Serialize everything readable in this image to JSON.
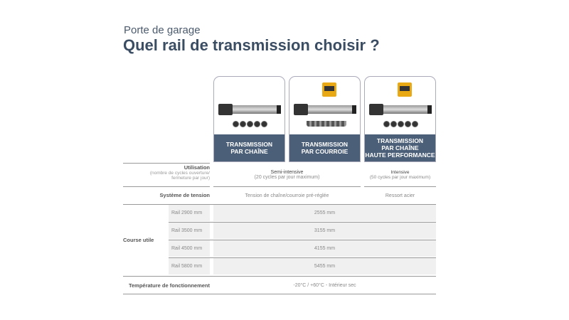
{
  "header": {
    "subtitle": "Porte de garage",
    "title": "Quel rail de transmission choisir ?"
  },
  "products": [
    {
      "label": "TRANSMISSION\nPAR CHAÎNE",
      "type": "chain",
      "badge": null
    },
    {
      "label": "TRANSMISSION\nPAR COURROIE",
      "type": "belt",
      "badge": "silencieux"
    },
    {
      "label": "TRANSMISSION\nPAR CHAÎNE\nHAUTE PERFORMANCE",
      "type": "chain",
      "badge": "haute-performance"
    }
  ],
  "rows": {
    "utilisation": {
      "label": "Utilisation",
      "sublabel": "(nombre de cycles ouverture/\nfermeture par jour)",
      "v1": "Semi-intensive",
      "v1sub": "(20 cycles par jour maximum)",
      "v2": "Intensive",
      "v2sub": "(50 cycles par jour maximum)"
    },
    "tension": {
      "label": "Système de tension",
      "v1": "Tension de chaîne/courroie pré-réglée",
      "v2": "Ressort acier"
    },
    "course": {
      "label": "Course utile",
      "rails": [
        {
          "rail": "Rail 2900 mm",
          "value": "2555 mm"
        },
        {
          "rail": "Rail 3500 mm",
          "value": "3155 mm"
        },
        {
          "rail": "Rail 4500 mm",
          "value": "4155 mm"
        },
        {
          "rail": "Rail 5800 mm",
          "value": "5455 mm"
        }
      ]
    },
    "temperature": {
      "label": "Température de fonctionnement",
      "value": "-20°C / +60°C - Intérieur sec"
    }
  },
  "colors": {
    "title": "#3b4d63",
    "band": "#4b5f78",
    "badge": "#e8a915"
  }
}
